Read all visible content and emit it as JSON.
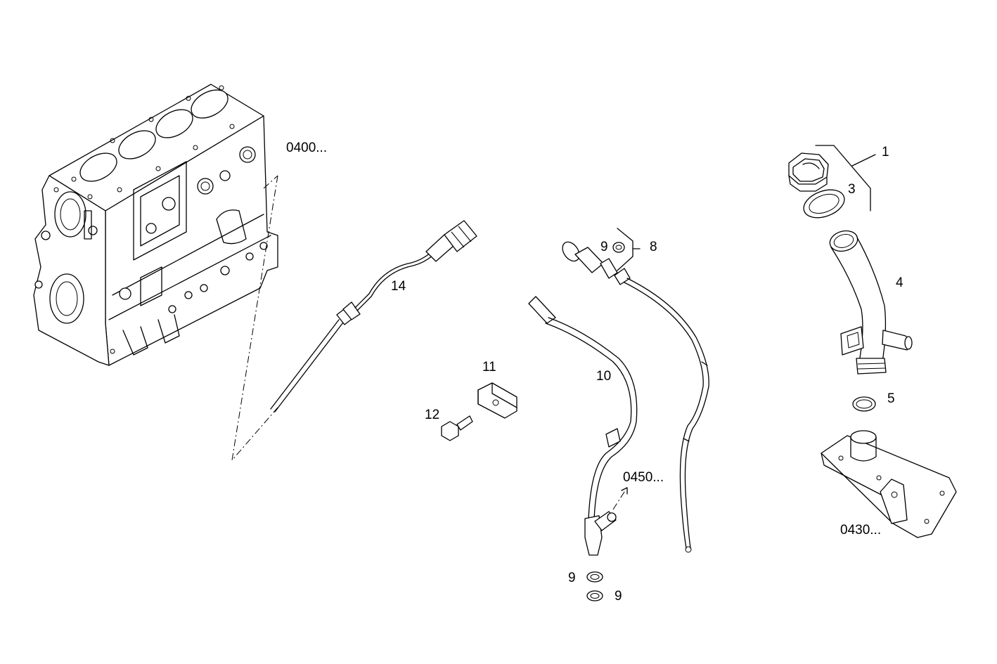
{
  "refs": {
    "engine_block": "0400...",
    "oil_pan": "0430...",
    "return_pipe": "0450..."
  },
  "callouts": {
    "c1": "1",
    "c3": "3",
    "c4": "4",
    "c5": "5",
    "c8": "8",
    "c9_top": "9",
    "c9_bottom_a": "9",
    "c9_bottom_b": "9",
    "c10": "10",
    "c11": "11",
    "c12": "12",
    "c14": "14"
  }
}
